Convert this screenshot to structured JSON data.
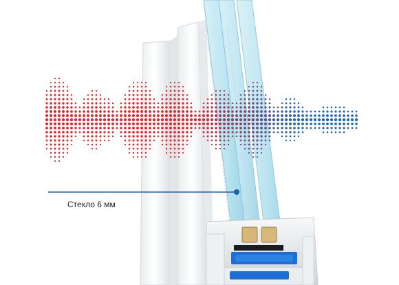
{
  "image": {
    "title": "",
    "callout_label": "Стекло 6 мм",
    "colors": {
      "wave_red": "#e3282f",
      "wave_blue": "#1e67b4",
      "leader_line": "#1e5fa8",
      "glass": "#bfe6f2",
      "frame": "#f3f4f5",
      "seal_blue": "#1f6fd3",
      "spacer": "#d8b77a"
    },
    "icons": [
      "window-profile-cross-section",
      "sound-wave-dots"
    ]
  }
}
